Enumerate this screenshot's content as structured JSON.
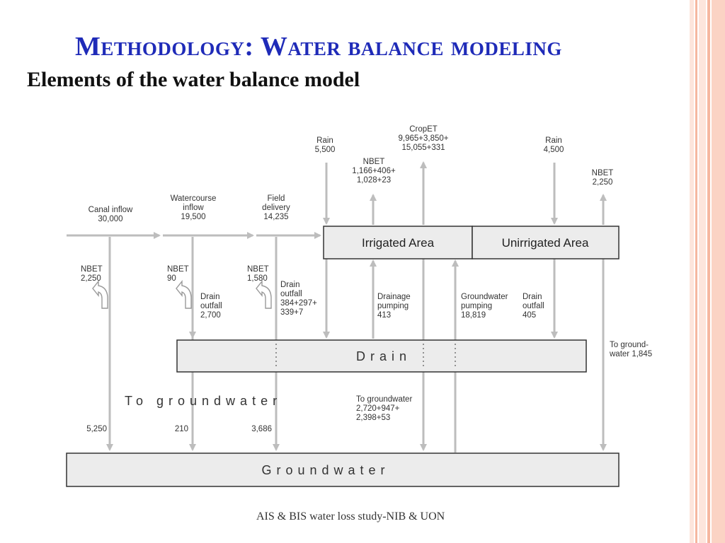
{
  "slide": {
    "title": "Methodology: Water balance modeling",
    "subtitle": "Elements of the water balance model",
    "footer": "AIS & BIS water loss study-NIB & UON"
  },
  "colors": {
    "title": "#1f2bb8",
    "arrow": "#bdbdbd",
    "box_fill": "#ececec",
    "box_stroke": "#333333",
    "stripe_light": "#fde5dc",
    "stripe_mid": "#f6b7a0"
  },
  "diagram": {
    "boxes": {
      "irrigated": "Irrigated Area",
      "unirrigated": "Unirrigated Area",
      "drain": "Drain",
      "groundwater": "Groundwater"
    },
    "to_groundwater_band": "To groundwater",
    "labels": {
      "canal_inflow": [
        "Canal inflow",
        "30,000"
      ],
      "watercourse_inflow": [
        "Watercourse",
        "inflow",
        "19,500"
      ],
      "field_delivery": [
        "Field",
        "delivery",
        "14,235"
      ],
      "rain_irrigated": [
        "Rain",
        "5,500"
      ],
      "nbet_irrigated": [
        "NBET",
        "1,166+406+",
        "1,028+23"
      ],
      "crop_et": [
        "CropET",
        "9,965+3,850+",
        "15,055+331"
      ],
      "rain_unirrigated": [
        "Rain",
        "4,500"
      ],
      "nbet_unirrigated": [
        "NBET",
        "2,250"
      ],
      "nbet_canal": [
        "NBET",
        "2,250"
      ],
      "nbet_watercourse": [
        "NBET",
        "90"
      ],
      "nbet_field": [
        "NBET",
        "1,580"
      ],
      "drain_outfall_watercourse": [
        "Drain",
        "outfall",
        "2,700"
      ],
      "drain_outfall_field": [
        "Drain",
        "outfall",
        "384+297+",
        "339+7"
      ],
      "drainage_pumping": [
        "Drainage",
        "pumping",
        "413"
      ],
      "groundwater_pumping": [
        "Groundwater",
        "pumping",
        "18,819"
      ],
      "drain_outfall_unirrigated": [
        "Drain",
        "outfall",
        "405"
      ],
      "to_groundwater_unirrigated": [
        "To ground-",
        "water 1,845"
      ],
      "to_groundwater_irrigated": [
        "To groundwater",
        "2,720+947+",
        "2,398+53"
      ],
      "seepage_canal": [
        "5,250"
      ],
      "seepage_watercourse": [
        "210"
      ],
      "seepage_field": [
        "3,686"
      ]
    }
  }
}
